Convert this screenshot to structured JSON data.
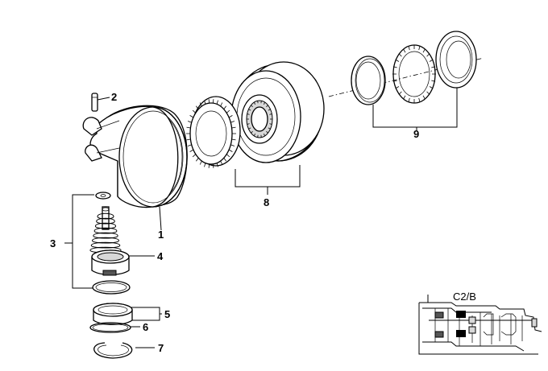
{
  "callouts": {
    "c1": "1",
    "c2": "2",
    "c3": "3",
    "c4": "4",
    "c5": "5",
    "c6": "6",
    "c7": "7",
    "c8": "8",
    "c9": "9"
  },
  "inset": {
    "label": "C2/B"
  }
}
